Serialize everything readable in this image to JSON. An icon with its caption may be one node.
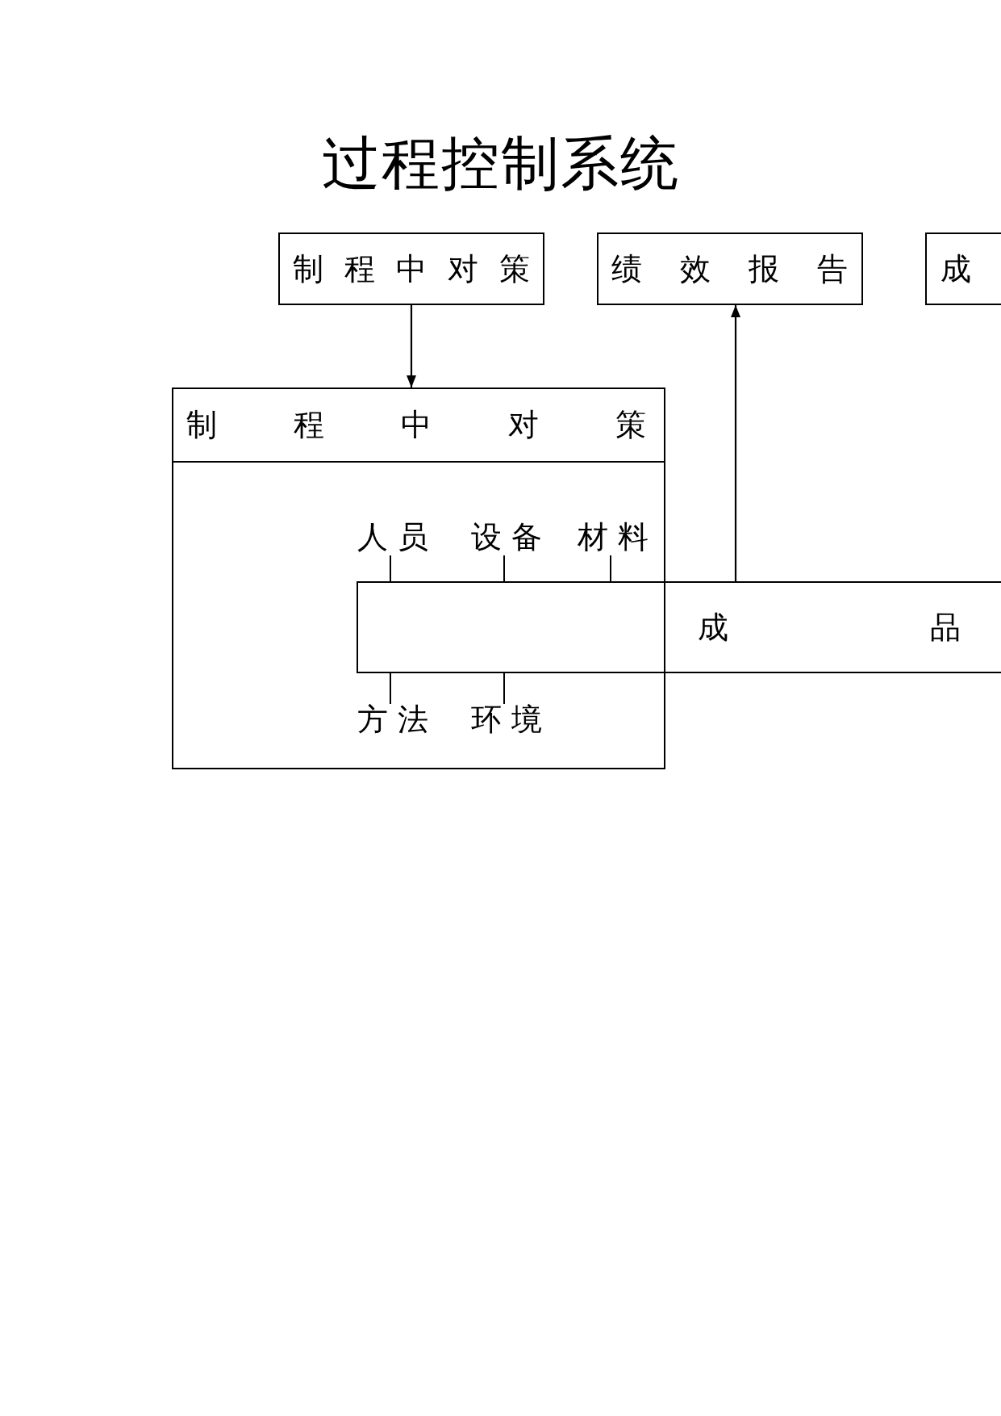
{
  "diagram": {
    "title": "过程控制系统",
    "nodes": [
      {
        "text": [
          "制程中对策"
        ]
      },
      {
        "text": [
          "绩效报告"
        ]
      },
      {
        "text": [
          "成"
        ]
      },
      {
        "text": [
          "制程中对策"
        ]
      },
      {
        "text": [
          "人员"
        ],
        "in": 3
      },
      {
        "text": [
          "设备"
        ],
        "in": 3
      },
      {
        "text": [
          "材料"
        ],
        "in": 3
      },
      {
        "text": [
          "成品"
        ]
      },
      {
        "text": [
          "方法"
        ],
        "in": 3
      },
      {
        "text": [
          "环境"
        ],
        "in": 3
      }
    ],
    "edges": [
      {
        "from": 0,
        "to": 3,
        "arrow": "to"
      },
      {
        "from": 7,
        "to": 1,
        "arrow": "to"
      },
      {
        "from": 4,
        "to": 7,
        "arrow": "none"
      },
      {
        "from": 5,
        "to": 7,
        "arrow": "none"
      },
      {
        "from": 6,
        "to": 7,
        "arrow": "none"
      },
      {
        "from": 8,
        "to": 7,
        "arrow": "none"
      },
      {
        "from": 9,
        "to": 7,
        "arrow": "none"
      }
    ]
  }
}
